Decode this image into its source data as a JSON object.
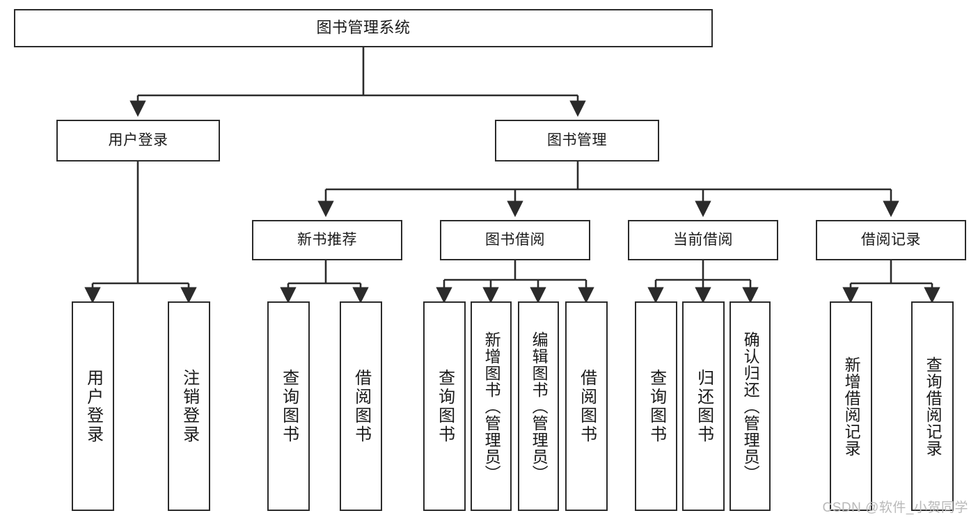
{
  "diagram": {
    "title": "图书管理系统",
    "watermark": "CSDN @软件_小贺同学",
    "line_color": "#2b2b2b",
    "box_fill": "#ffffff",
    "text_color": "#1a1a1a",
    "watermark_color": "#b9b9b9",
    "levels": {
      "level0": [
        {
          "id": "root",
          "label": "图书管理系统"
        }
      ],
      "level1": [
        {
          "id": "user-login",
          "label": "用户登录"
        },
        {
          "id": "book-management",
          "label": "图书管理"
        }
      ],
      "level2": [
        {
          "id": "new-book-recommend",
          "label": "新书推荐",
          "parent": "book-management"
        },
        {
          "id": "book-borrow",
          "label": "图书借阅",
          "parent": "book-management"
        },
        {
          "id": "current-borrow",
          "label": "当前借阅",
          "parent": "book-management"
        },
        {
          "id": "borrow-record",
          "label": "借阅记录",
          "parent": "book-management"
        }
      ],
      "level3": [
        {
          "id": "leaf-user-login",
          "label": "用户登录",
          "parent": "user-login"
        },
        {
          "id": "leaf-logout-login",
          "label": "注销登录",
          "parent": "user-login"
        },
        {
          "id": "leaf-query-book-1",
          "label": "查询图书",
          "parent": "new-book-recommend"
        },
        {
          "id": "leaf-borrow-book-1",
          "label": "借阅图书",
          "parent": "new-book-recommend"
        },
        {
          "id": "leaf-query-book-2",
          "label": "查询图书",
          "parent": "book-borrow"
        },
        {
          "id": "leaf-add-book",
          "label": "新增图书（管理员）",
          "parent": "book-borrow"
        },
        {
          "id": "leaf-edit-book",
          "label": "编辑图书（管理员）",
          "parent": "book-borrow"
        },
        {
          "id": "leaf-borrow-book-2",
          "label": "借阅图书",
          "parent": "book-borrow"
        },
        {
          "id": "leaf-query-book-3",
          "label": "查询图书",
          "parent": "current-borrow"
        },
        {
          "id": "leaf-return-book",
          "label": "归还图书",
          "parent": "current-borrow"
        },
        {
          "id": "leaf-confirm-return",
          "label": "确认归还（管理员）",
          "parent": "current-borrow"
        },
        {
          "id": "leaf-add-record",
          "label": "新增借阅记录",
          "parent": "borrow-record"
        },
        {
          "id": "leaf-query-record",
          "label": "查询借阅记录",
          "parent": "borrow-record"
        }
      ]
    }
  }
}
